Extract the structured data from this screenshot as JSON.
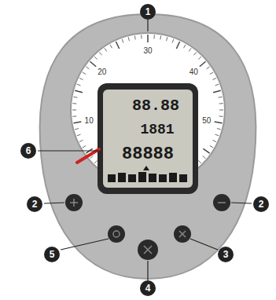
{
  "diagram": {
    "labels": [
      "1",
      "2",
      "2",
      "3",
      "4",
      "5",
      "6",
      "10",
      "20",
      "30",
      "40",
      "50",
      "88.88",
      "1881",
      "88888"
    ]
  }
}
